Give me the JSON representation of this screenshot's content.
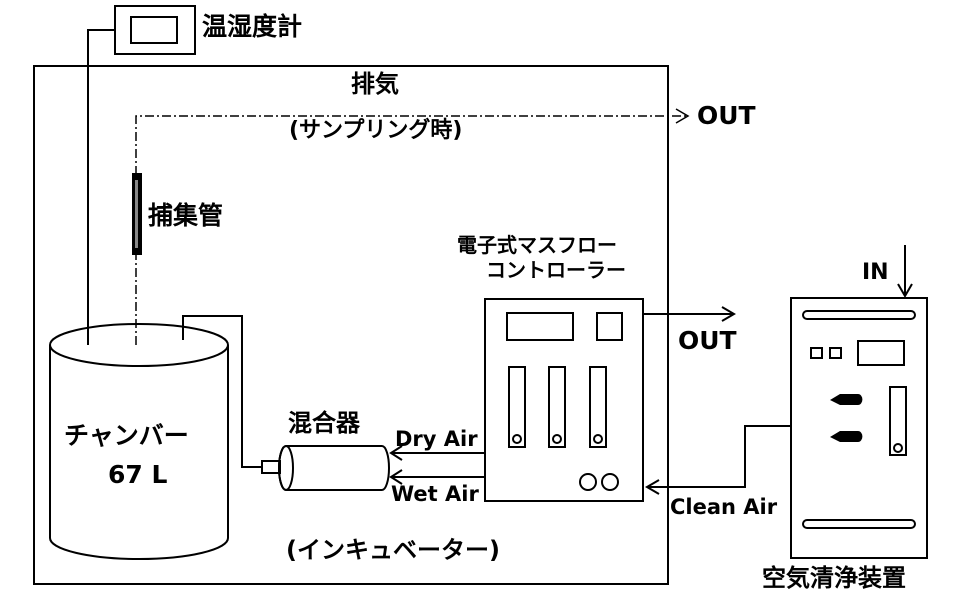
{
  "labels": {
    "hygrometer": "温湿度計",
    "exhaust": "排気",
    "sampling": "(サンプリング時)",
    "out_top": "OUT",
    "trap": "捕集管",
    "mfc_line1": "電子式マスフロー",
    "mfc_line2": "コントローラー",
    "out_mid": "OUT",
    "in": "IN",
    "chamber": "チャンバー",
    "volume": "67 L",
    "mixer": "混合器",
    "dry_air": "Dry Air",
    "wet_air": "Wet Air",
    "clean_air": "Clean Air",
    "incubator": "(インキュベーター)",
    "air_purifier": "空気清浄装置"
  }
}
